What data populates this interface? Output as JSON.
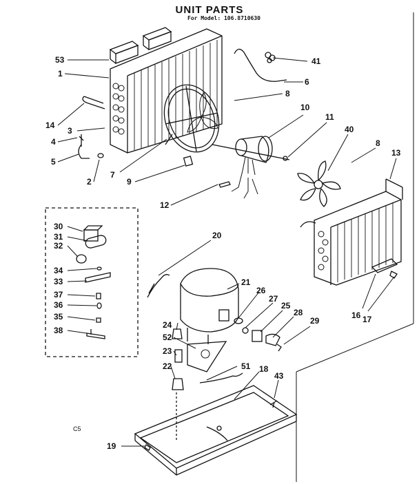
{
  "header": {
    "title": "UNIT PARTS",
    "subtitle": "For Model: 106.8710630"
  },
  "footer_code": "C5",
  "parts": {
    "p1": "1",
    "p2": "2",
    "p3": "3",
    "p4": "4",
    "p5": "5",
    "p6": "6",
    "p7": "7",
    "p8a": "8",
    "p8b": "8",
    "p9": "9",
    "p10": "10",
    "p11": "11",
    "p12": "12",
    "p13": "13",
    "p14": "14",
    "p16": "16",
    "p17": "17",
    "p18": "18",
    "p19": "19",
    "p20": "20",
    "p21": "21",
    "p22": "22",
    "p23": "23",
    "p24": "24",
    "p25": "25",
    "p26": "26",
    "p27": "27",
    "p28": "28",
    "p29": "29",
    "p30": "30",
    "p31": "31",
    "p32": "32",
    "p33": "33",
    "p34": "34",
    "p35": "35",
    "p36": "36",
    "p37": "37",
    "p38": "38",
    "p40": "40",
    "p41": "41",
    "p43": "43",
    "p51": "51",
    "p52": "52",
    "p53": "53"
  }
}
